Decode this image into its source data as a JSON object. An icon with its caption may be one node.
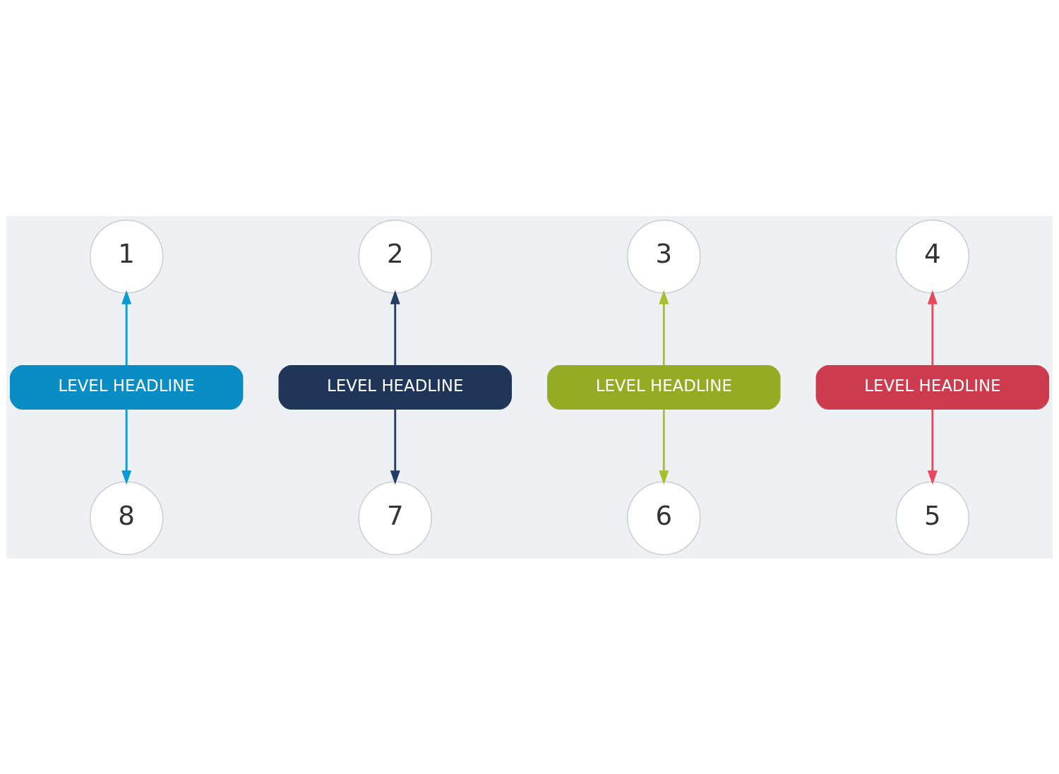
{
  "diagram": {
    "nodes": [
      {
        "text": [
          "1"
        ]
      },
      {
        "text": [
          "2"
        ]
      },
      {
        "text": [
          "3"
        ]
      },
      {
        "text": [
          "4"
        ]
      },
      {
        "text": [
          "LEVEL HEADLINE"
        ]
      },
      {
        "text": [
          "LEVEL HEADLINE"
        ]
      },
      {
        "text": [
          "LEVEL HEADLINE"
        ]
      },
      {
        "text": [
          "LEVEL HEADLINE"
        ]
      },
      {
        "text": [
          "5"
        ]
      },
      {
        "text": [
          "6"
        ]
      },
      {
        "text": [
          "7"
        ]
      },
      {
        "text": [
          "8"
        ]
      }
    ],
    "edges": [
      {
        "from": 4,
        "to": 0,
        "arrow": "to",
        "color": "#0a9bd6"
      },
      {
        "from": 4,
        "to": 11,
        "arrow": "to",
        "color": "#0a9bd6"
      },
      {
        "from": 5,
        "to": 1,
        "arrow": "to",
        "color": "#243f66"
      },
      {
        "from": 5,
        "to": 10,
        "arrow": "to",
        "color": "#243f66"
      },
      {
        "from": 6,
        "to": 2,
        "arrow": "to",
        "color": "#a8bf2a"
      },
      {
        "from": 6,
        "to": 9,
        "arrow": "to",
        "color": "#a8bf2a"
      },
      {
        "from": 7,
        "to": 3,
        "arrow": "to",
        "color": "#e8485c"
      },
      {
        "from": 7,
        "to": 8,
        "arrow": "to",
        "color": "#e8485c"
      }
    ]
  }
}
